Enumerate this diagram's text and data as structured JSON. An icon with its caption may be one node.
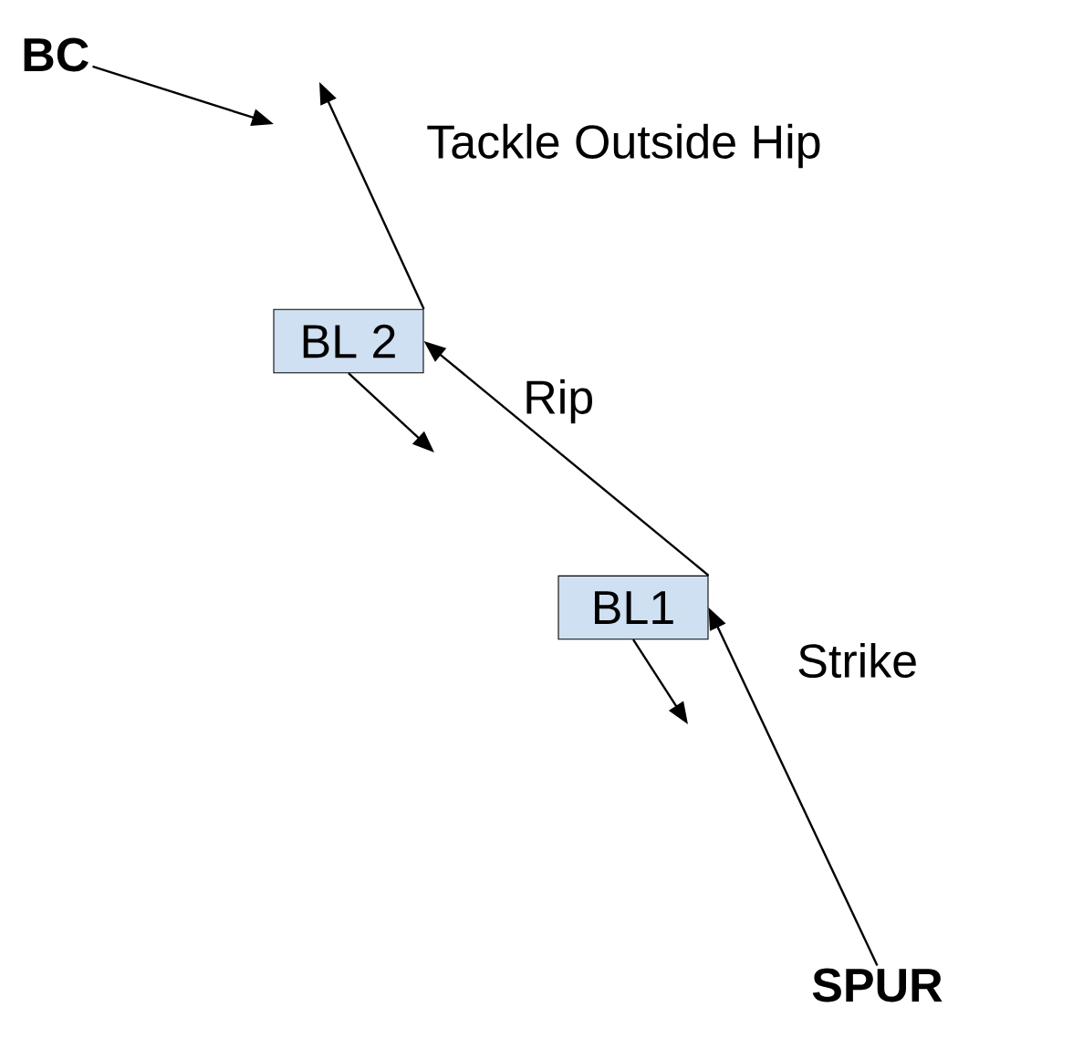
{
  "diagram": {
    "nodes": [
      {
        "text": [
          "BC"
        ]
      },
      {
        "text": [
          "BL 2"
        ]
      },
      {
        "text": [
          "BL1"
        ]
      },
      {
        "text": [
          "SPUR"
        ]
      }
    ],
    "edges": [
      {
        "from": 0,
        "to": null,
        "arrow": "to"
      },
      {
        "from": 1,
        "to": null,
        "arrow": "to"
      },
      {
        "from": 2,
        "to": 1,
        "arrow": "to"
      },
      {
        "from": 3,
        "to": 2,
        "arrow": "to"
      },
      {
        "from": 1,
        "to": null,
        "arrow": "to"
      },
      {
        "from": 2,
        "to": null,
        "arrow": "to"
      }
    ],
    "labels": [
      "Tackle Outside Hip",
      "Rip",
      "Strike"
    ]
  }
}
